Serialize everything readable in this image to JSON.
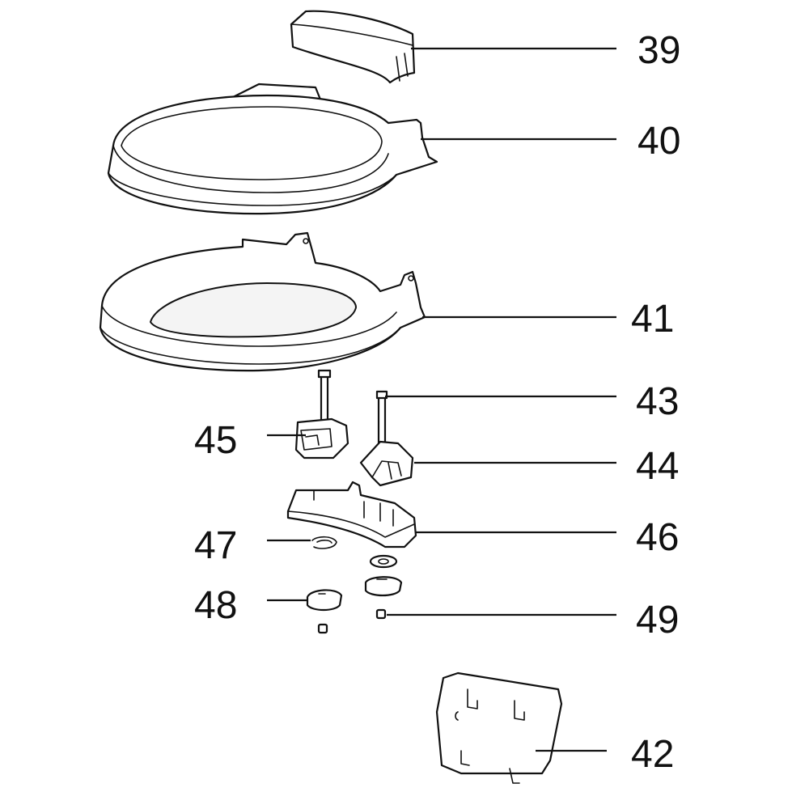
{
  "callouts": {
    "c39": "39",
    "c40": "40",
    "c41": "41",
    "c42": "42",
    "c43": "43",
    "c44": "44",
    "c45": "45",
    "c46": "46",
    "c47": "47",
    "c48": "48",
    "c49": "49"
  },
  "colors": {
    "line": "#111111",
    "fill": "#ffffff",
    "background": "#ffffff"
  }
}
